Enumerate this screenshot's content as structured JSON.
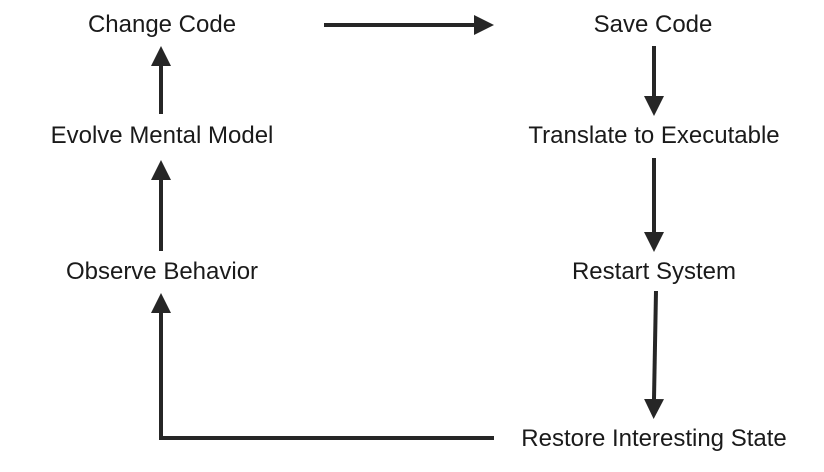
{
  "diagram": {
    "nodes": {
      "change_code": "Change Code",
      "save_code": "Save Code",
      "translate": "Translate to Executable",
      "restart": "Restart System",
      "restore": "Restore Interesting State",
      "observe": "Observe Behavior",
      "evolve": "Evolve Mental Model"
    },
    "edges": [
      {
        "from": "Change Code",
        "to": "Save Code"
      },
      {
        "from": "Save Code",
        "to": "Translate to Executable"
      },
      {
        "from": "Translate to Executable",
        "to": "Restart System"
      },
      {
        "from": "Restart System",
        "to": "Restore Interesting State"
      },
      {
        "from": "Restore Interesting State",
        "to": "Observe Behavior"
      },
      {
        "from": "Observe Behavior",
        "to": "Evolve Mental Model"
      },
      {
        "from": "Evolve Mental Model",
        "to": "Change Code"
      }
    ],
    "colors": {
      "text": "#1a1a1a",
      "arrow": "#262626",
      "background": "#ffffff"
    }
  }
}
